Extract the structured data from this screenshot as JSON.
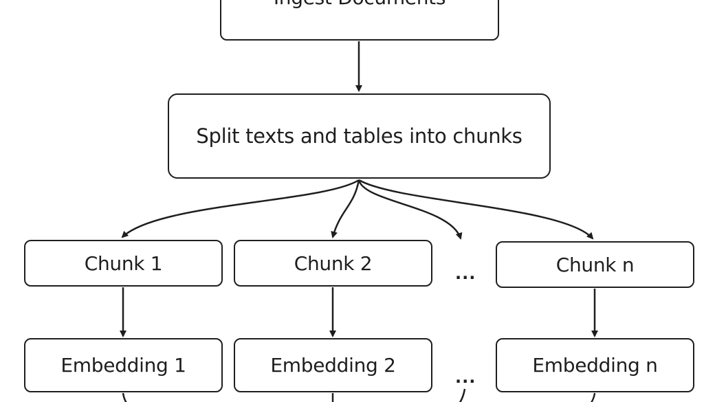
{
  "nodes": {
    "ingest": "Ingest Documents",
    "split": "Split texts and tables into chunks",
    "chunk_1": "Chunk 1",
    "chunk_2": "Chunk 2",
    "chunk_n": "Chunk n",
    "embedding_1": "Embedding 1",
    "embedding_2": "Embedding 2",
    "embedding_n": "Embedding n"
  },
  "ellipsis": "...",
  "colors": {
    "stroke": "#1e1e1e",
    "background": "#ffffff"
  }
}
